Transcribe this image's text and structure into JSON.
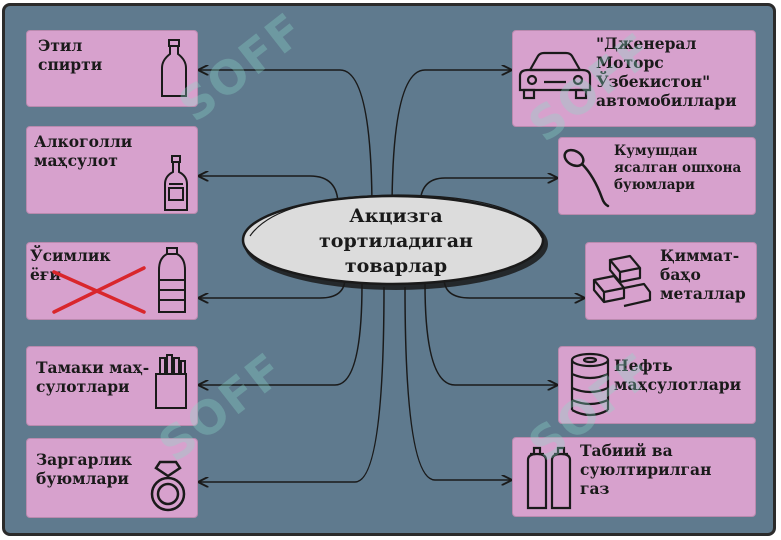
{
  "center_title": "Акцизга\nтортиладиган\nтоварлар",
  "left_items": [
    {
      "label": "Этил\nспирти",
      "icon": "bottle-icon"
    },
    {
      "label": "Алкоголли\nмаҳсулот",
      "icon": "liquor-bottle-icon"
    },
    {
      "label": "Ўсимлик\nёғи",
      "icon": "oil-bottle-icon",
      "crossed_out": true
    },
    {
      "label": "Тамаки маҳ-\nсулотлари",
      "icon": "cigarette-pack-icon"
    },
    {
      "label": "Заргарлик\nбуюмлари",
      "icon": "ring-icon"
    }
  ],
  "right_items": [
    {
      "label": "\"Дженерал\nМоторс\nЎзбекистон\"\nавтомобиллари",
      "icon": "car-icon"
    },
    {
      "label": "Кумушдан\nясалган ошхона\nбуюмлари",
      "icon": "spoon-icon"
    },
    {
      "label": "Қиммат-\nбаҳо\nметаллар",
      "icon": "gold-bars-icon"
    },
    {
      "label": "Нефть\nмаҳсулотлари",
      "icon": "oil-barrels-icon"
    },
    {
      "label": "Табиий ва\nсуюлтирилган\nгаз",
      "icon": "gas-cylinders-icon"
    }
  ],
  "watermark": "SOFF",
  "colors": {
    "panel": "#5f7a8e",
    "box": "#d7a1cd",
    "cross": "#d9262c",
    "line": "#1a1a1a"
  }
}
